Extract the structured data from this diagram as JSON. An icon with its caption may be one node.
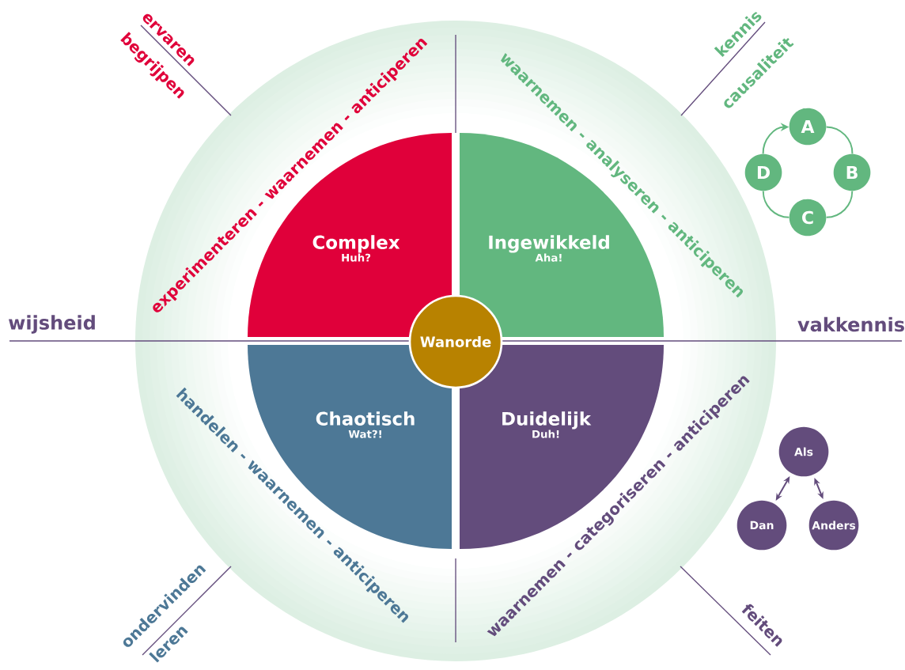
{
  "diagram": {
    "nodes": [
      {
        "text": [
          "Complex",
          "Huh?"
        ]
      },
      {
        "text": [
          "Ingewikkeld",
          "Aha!"
        ]
      },
      {
        "text": [
          "Chaotisch",
          "Wat?!"
        ]
      },
      {
        "text": [
          "Duidelijk",
          "Duh!"
        ]
      },
      {
        "text": [
          "Wanorde"
        ]
      },
      {
        "text": [
          "A"
        ]
      },
      {
        "text": [
          "B"
        ]
      },
      {
        "text": [
          "C"
        ]
      },
      {
        "text": [
          "D"
        ]
      },
      {
        "text": [
          "Als"
        ]
      },
      {
        "text": [
          "Dan"
        ]
      },
      {
        "text": [
          "Anders"
        ]
      }
    ],
    "edges": [
      {
        "from": 5,
        "to": 6,
        "arrow": "none"
      },
      {
        "from": 6,
        "to": 7,
        "arrow": "none"
      },
      {
        "from": 7,
        "to": 8,
        "arrow": "none"
      },
      {
        "from": 8,
        "to": 5,
        "arrow": "to"
      },
      {
        "from": 9,
        "to": 10,
        "arrow": "both",
        "color": "#634c7c"
      },
      {
        "from": 9,
        "to": 11,
        "arrow": "both",
        "color": "#634c7c"
      }
    ],
    "labels": [
      "ervaren",
      "begrijpen",
      "kennis",
      "causaliteit",
      "experimenteren - waarnemen - anticiperen",
      "waarnemen - analyseren - anticiperen",
      "wijsheid",
      "vakkennis",
      "handelen - waarnemen - anticiperen",
      "waarnemen - categoriseren - anticiperen",
      "ondervinden",
      "leren",
      "feiten"
    ]
  }
}
